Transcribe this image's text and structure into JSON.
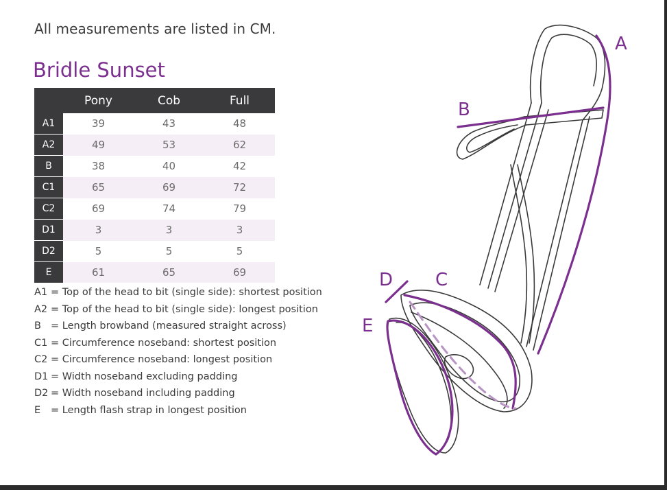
{
  "intro": "All measurements are listed in CM.",
  "title": "Bridle Sunset",
  "table": {
    "columns": [
      "Pony",
      "Cob",
      "Full"
    ],
    "rows": [
      {
        "label": "A1",
        "values": [
          "39",
          "43",
          "48"
        ]
      },
      {
        "label": "A2",
        "values": [
          "49",
          "53",
          "62"
        ]
      },
      {
        "label": "B",
        "values": [
          "38",
          "40",
          "42"
        ]
      },
      {
        "label": "C1",
        "values": [
          "65",
          "69",
          "72"
        ]
      },
      {
        "label": "C2",
        "values": [
          "69",
          "74",
          "79"
        ]
      },
      {
        "label": "D1",
        "values": [
          "3",
          "3",
          "3"
        ]
      },
      {
        "label": "D2",
        "values": [
          "5",
          "5",
          "5"
        ]
      },
      {
        "label": "E",
        "values": [
          "61",
          "65",
          "69"
        ]
      }
    ]
  },
  "legend": [
    {
      "code": "A1",
      "text": "= Top of the head to bit (single side): shortest position"
    },
    {
      "code": "A2",
      "text": "= Top of the head to bit (single side): longest position"
    },
    {
      "code": "B",
      "text": "= Length browband (measured straight across)"
    },
    {
      "code": "C1",
      "text": "= Circumference noseband: shortest position"
    },
    {
      "code": "C2",
      "text": "= Circumference noseband: longest position"
    },
    {
      "code": "D1",
      "text": "= Width noseband excluding padding"
    },
    {
      "code": "D2",
      "text": "= Width noseband including padding"
    },
    {
      "code": "E",
      "text": "= Length flash strap in longest position"
    }
  ],
  "diagram": {
    "labels": {
      "a": "A",
      "b": "B",
      "c": "C",
      "d": "D",
      "e": "E"
    },
    "accent_color": "#7b2f8e",
    "line_color": "#3a3a3a"
  }
}
